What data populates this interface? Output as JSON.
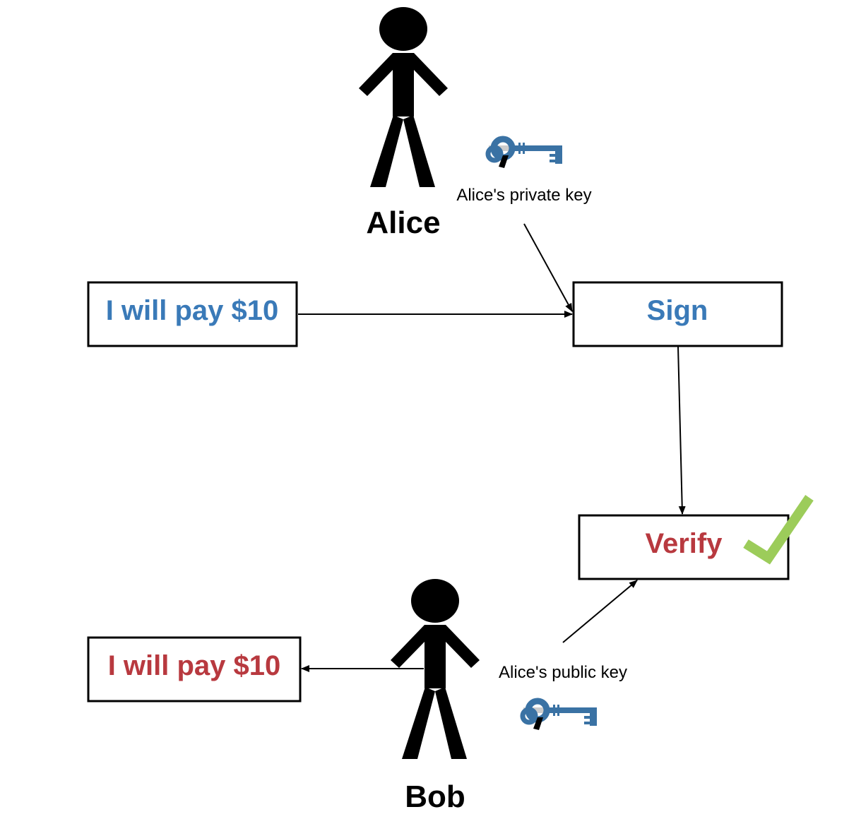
{
  "colors": {
    "signer": "#3a7ab8",
    "verifier": "#b8393f",
    "check": "#9ccc5a",
    "key": "#3a72a4"
  },
  "alice": {
    "name": "Alice",
    "key_label": "Alice's private key"
  },
  "bob": {
    "name": "Bob",
    "key_label": "Alice's public key"
  },
  "message_signed": "I will pay $10",
  "sign_label": "Sign",
  "verify_label": "Verify",
  "message_received": "I will pay $10"
}
